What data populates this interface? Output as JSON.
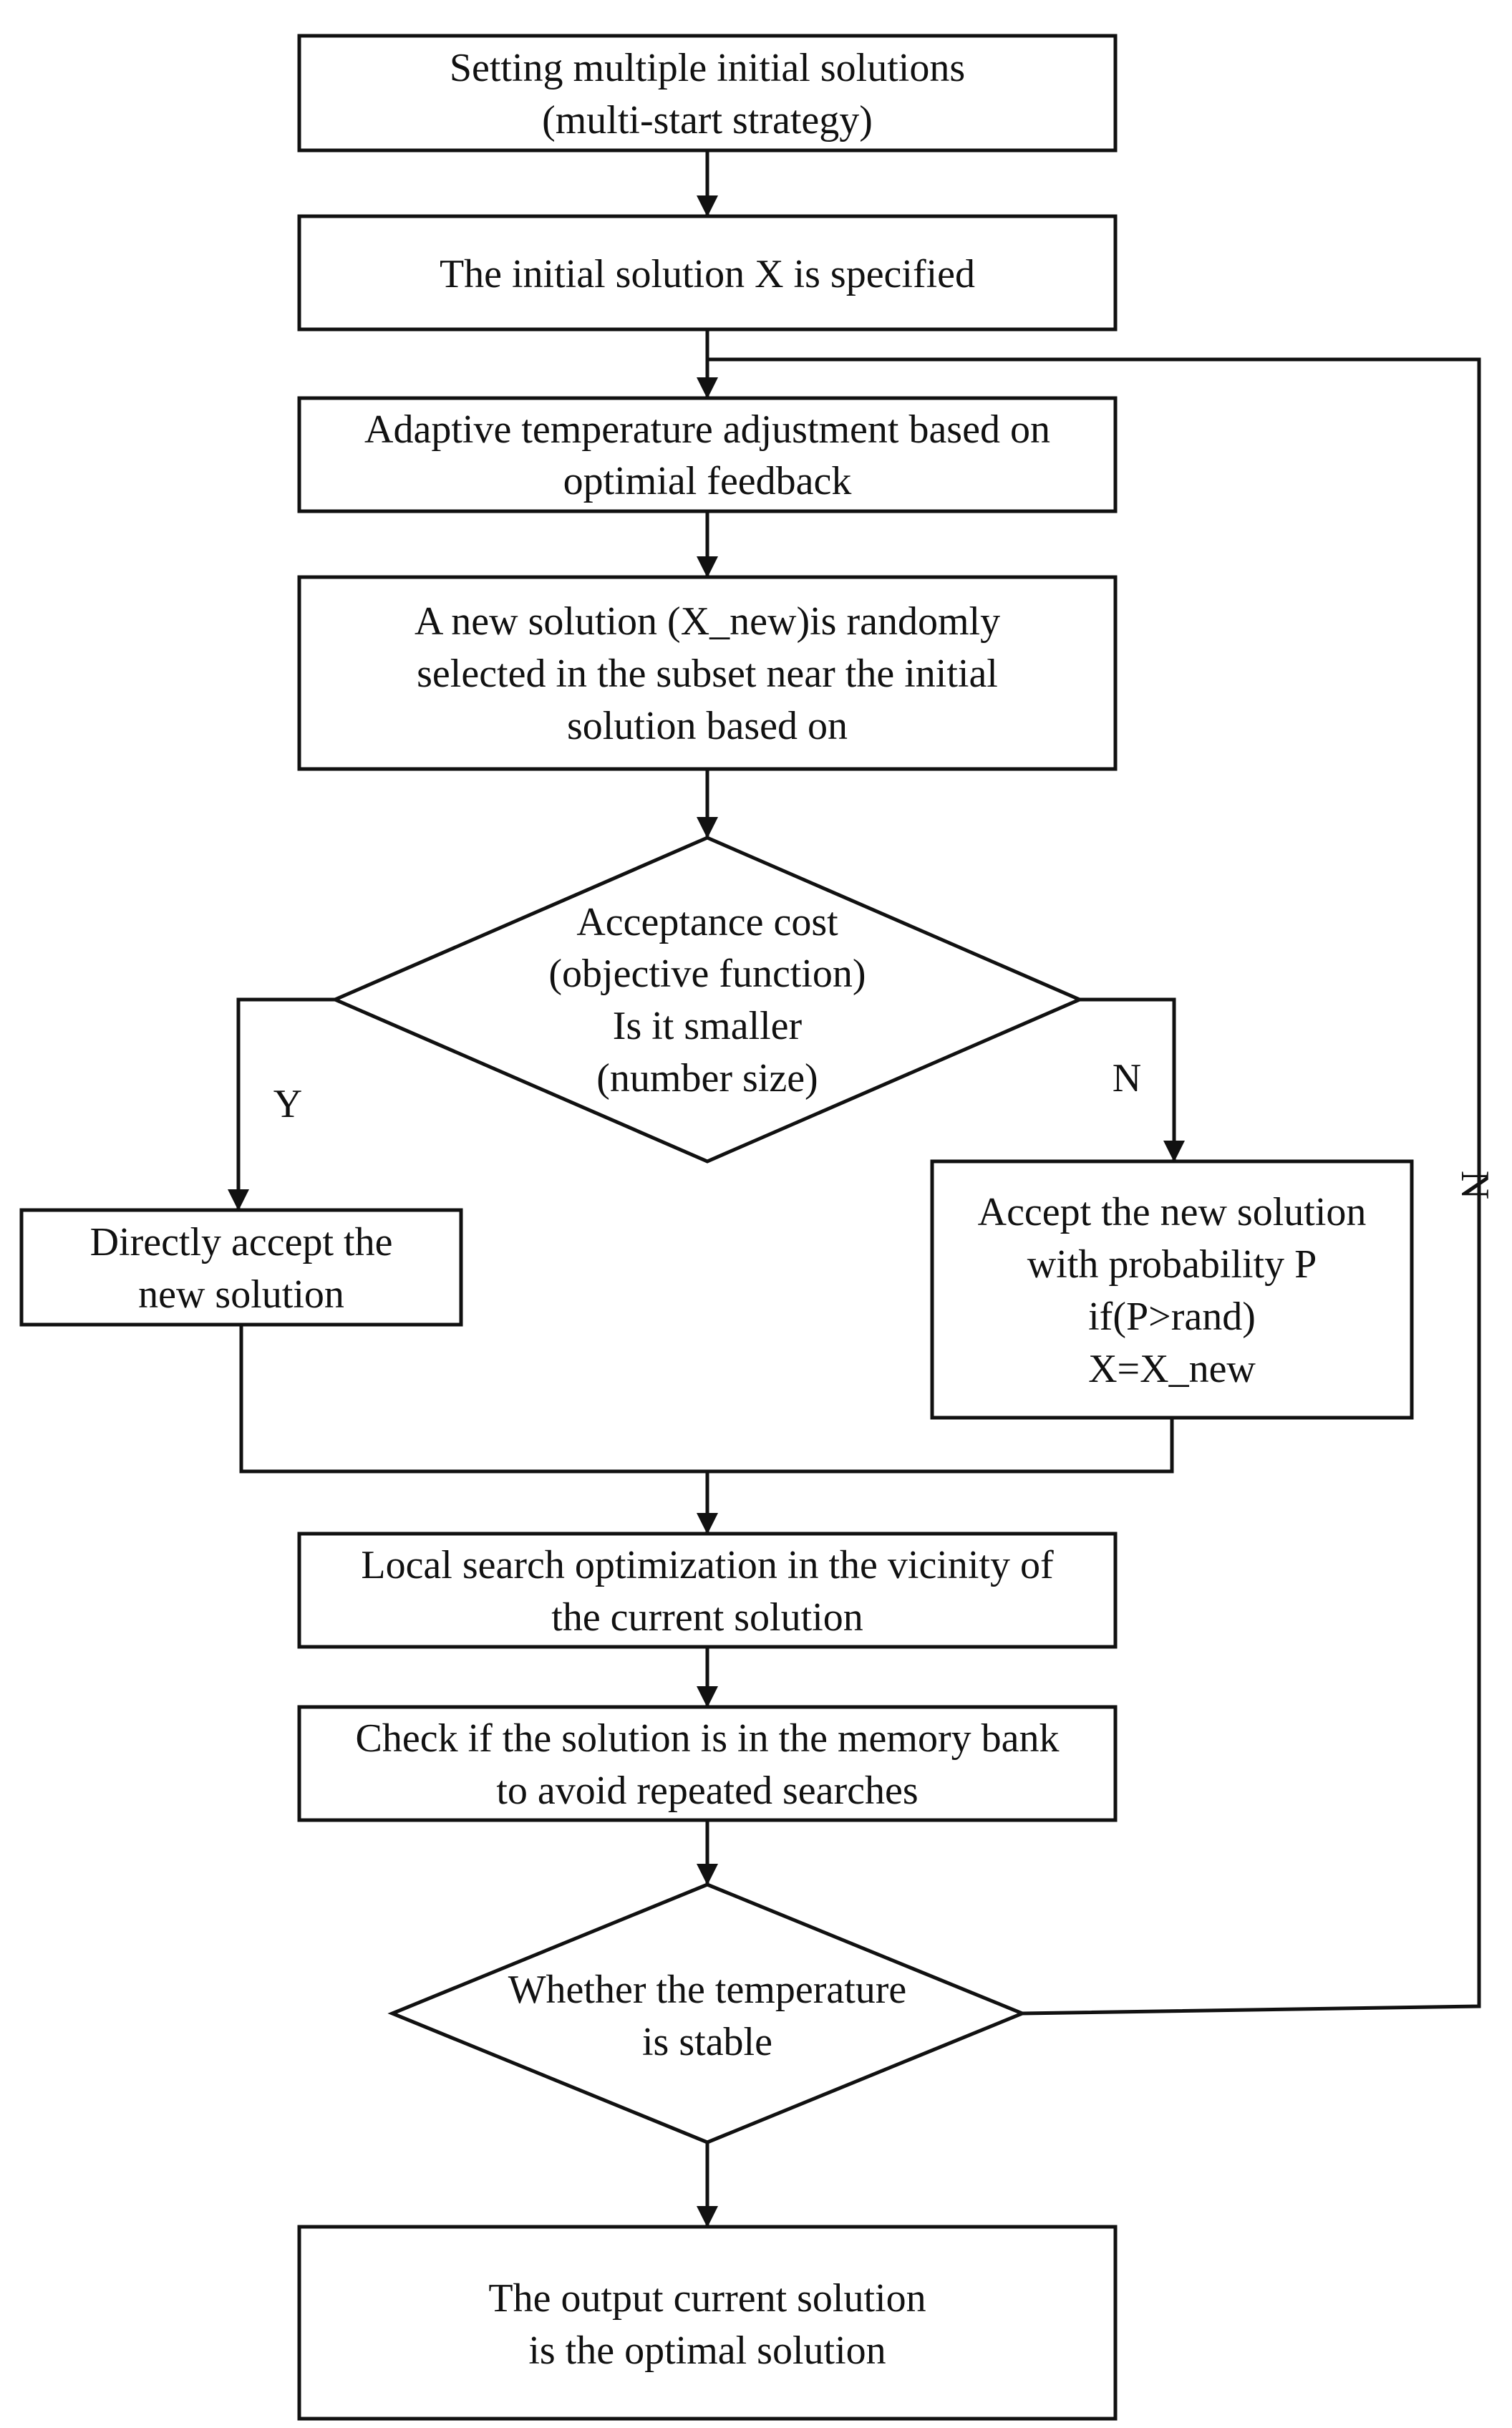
{
  "diagram": {
    "nodes": {
      "start": {
        "lines": [
          "Setting multiple initial solutions",
          "(multi-start strategy)"
        ]
      },
      "init": {
        "lines": [
          "The initial solution X is specified"
        ]
      },
      "temp": {
        "lines": [
          "Adaptive temperature adjustment based on",
          "optimial feedback"
        ]
      },
      "newsol": {
        "lines": [
          "A new solution (X_new)is randomly",
          "selected in the subset near the initial",
          "solution based on"
        ]
      },
      "decision1": {
        "lines": [
          "Acceptance cost",
          "(objective function)",
          "Is it smaller",
          "(number size)"
        ]
      },
      "accept_direct": {
        "lines": [
          "Directly accept the",
          "new solution"
        ]
      },
      "accept_prob": {
        "lines": [
          "Accept the new solution",
          "with probability P",
          "if(P>rand)",
          "X=X_new"
        ]
      },
      "local": {
        "lines": [
          "Local search optimization in the vicinity of",
          "the current solution"
        ]
      },
      "memory": {
        "lines": [
          "Check if the solution is in the memory bank",
          "to avoid repeated searches"
        ]
      },
      "decision2": {
        "lines": [
          "Whether the temperature",
          "is stable"
        ]
      },
      "output": {
        "lines": [
          "The output current solution",
          "is the optimal solution"
        ]
      }
    },
    "edge_labels": {
      "yes_branch": "Y",
      "no_branch": "N",
      "loop_back": "N"
    }
  }
}
